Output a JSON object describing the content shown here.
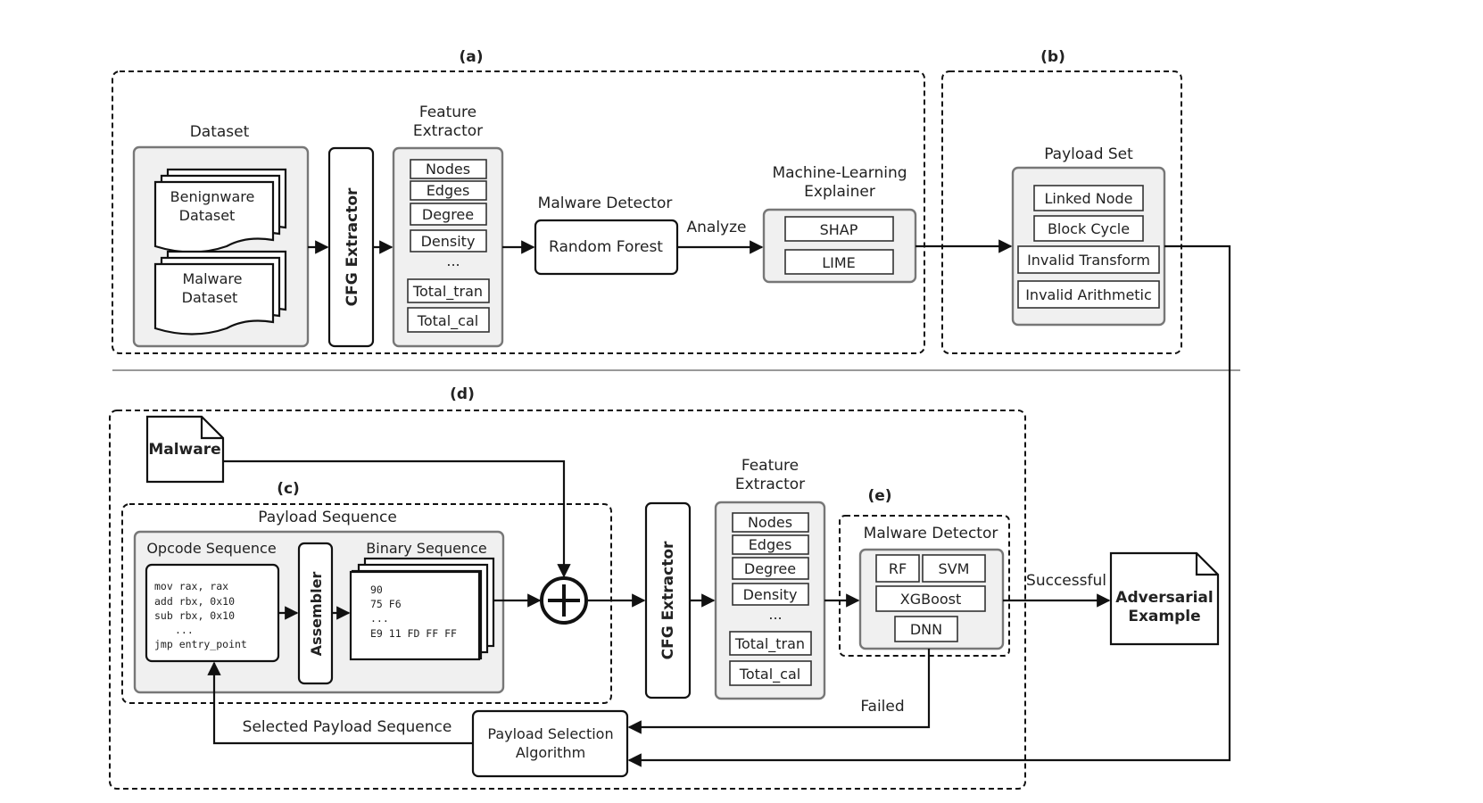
{
  "panels": {
    "a": "(a)",
    "b": "(b)",
    "c": "(c)",
    "d": "(d)",
    "e": "(e)"
  },
  "top": {
    "dataset_title": "Dataset",
    "benignware": [
      "Benignware",
      "Dataset"
    ],
    "malware_ds": [
      "Malware",
      "Dataset"
    ],
    "cfg_extractor": "CFG Extractor",
    "feature_extractor_title": [
      "Feature",
      "Extractor"
    ],
    "features": [
      "Nodes",
      "Edges",
      "Degree",
      "Density",
      "...",
      "Total_tran",
      "Total_cal"
    ],
    "malware_detector_title": "Malware Detector",
    "random_forest": "Random Forest",
    "analyze": "Analyze",
    "explainer_title": [
      "Machine-Learning",
      "Explainer"
    ],
    "explainers": [
      "SHAP",
      "LIME"
    ],
    "payload_set_title": "Payload Set",
    "payloads": [
      "Linked Node",
      "Block Cycle",
      "Invalid Transform",
      "Invalid Arithmetic"
    ]
  },
  "bottom": {
    "malware_file": "Malware",
    "payload_sequence": "Payload Sequence",
    "opcode_title": "Opcode Sequence",
    "opcode_lines": [
      "mov rax, rax",
      "add rbx, 0x10",
      "sub rbx, 0x10",
      "...",
      "jmp entry_point"
    ],
    "assembler": "Assembler",
    "binary_title": "Binary Sequence",
    "binary_lines": [
      "90",
      "75 F6",
      "...",
      "E9 11 FD FF FF"
    ],
    "cfg_extractor": "CFG Extractor",
    "feature_extractor_title": [
      "Feature",
      "Extractor"
    ],
    "features": [
      "Nodes",
      "Edges",
      "Degree",
      "Density",
      "...",
      "Total_tran",
      "Total_cal"
    ],
    "malware_detector_title": "Malware Detector",
    "models": [
      "RF",
      "SVM",
      "XGBoost",
      "DNN"
    ],
    "successful": "Successful",
    "adversarial": [
      "Adversarial",
      "Example"
    ],
    "failed": "Failed",
    "selected_payload": "Selected Payload Sequence",
    "payload_selection": [
      "Payload Selection",
      "Algorithm"
    ]
  }
}
